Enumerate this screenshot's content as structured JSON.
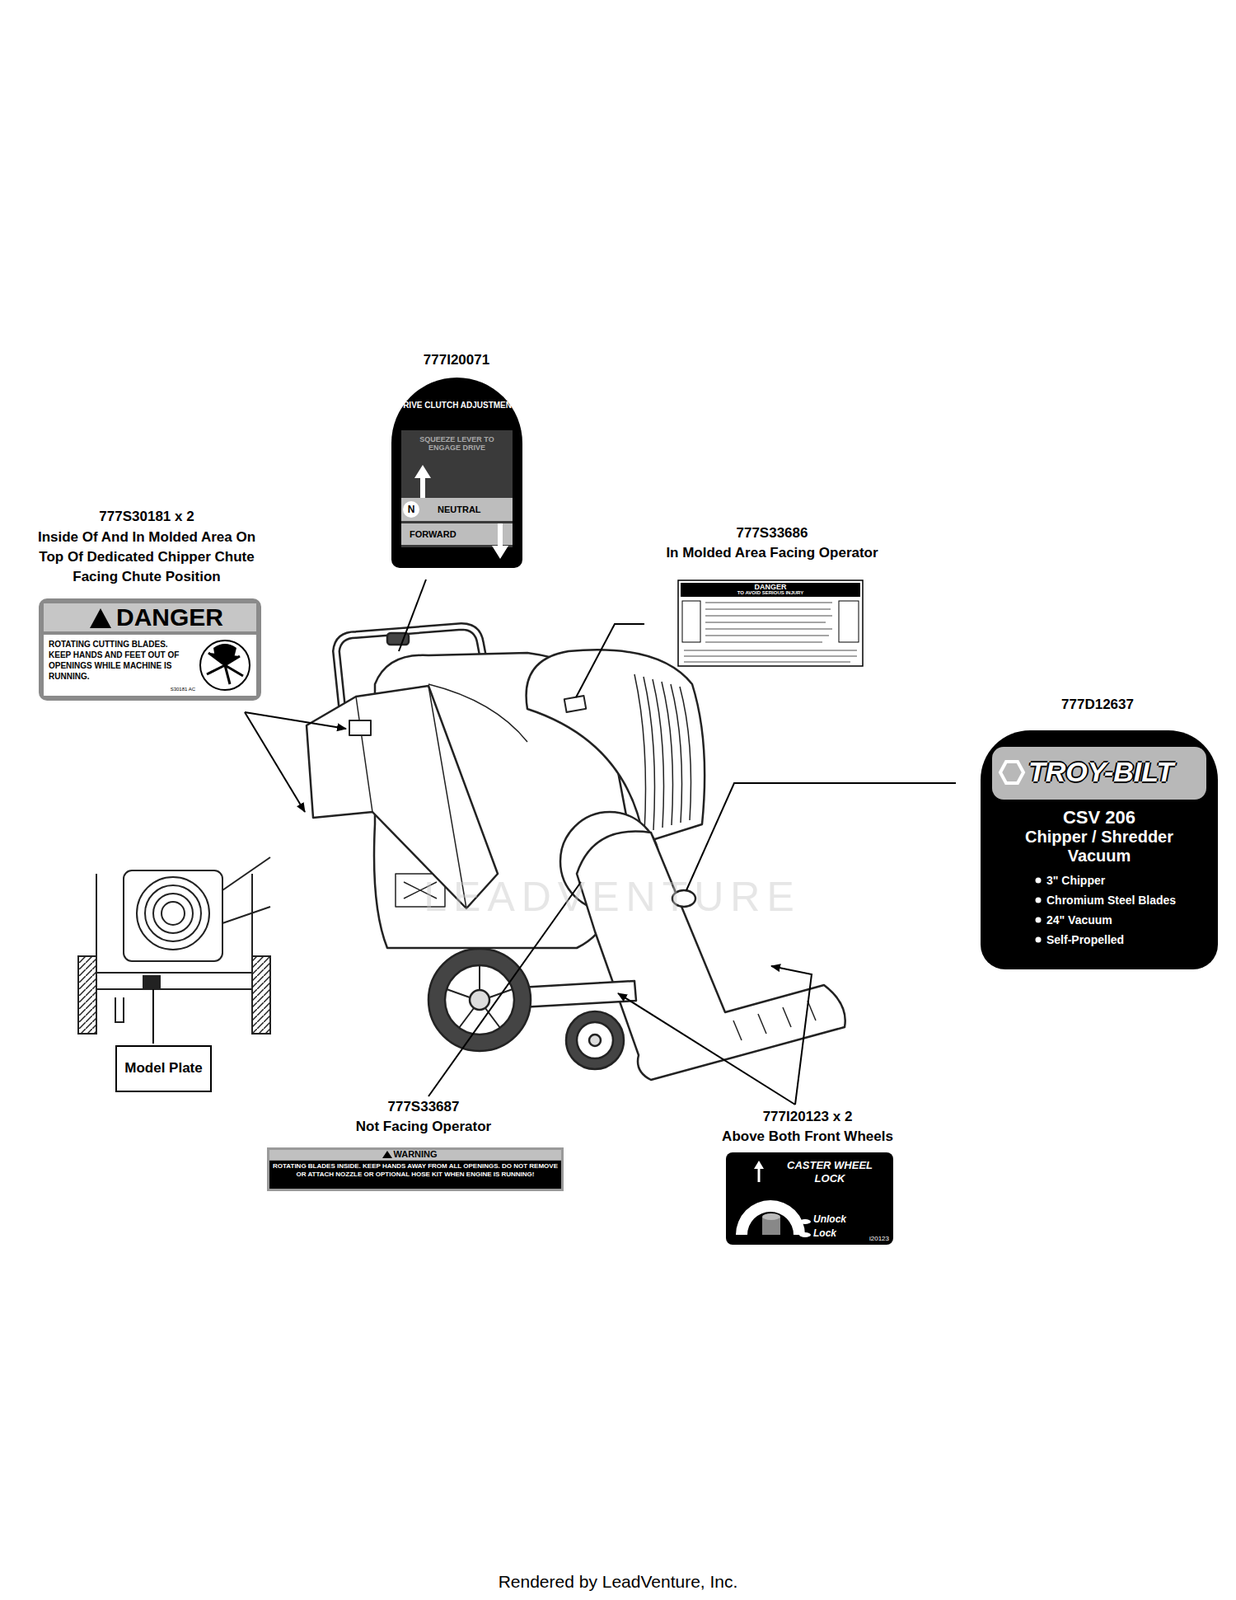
{
  "diagram": {
    "nodes": [
      {
        "text": [
          "DRIVE CLUTCH ADJUSTMENT",
          "SQUEEZE LEVER TO ENGAGE DRIVE",
          "N",
          "NEUTRAL",
          "FORWARD"
        ]
      },
      {
        "text": [
          "DANGER",
          "ROTATING CUTTING BLADES. KEEP HANDS AND FEET OUT OF OPENINGS WHILE MACHINE IS RUNNING.",
          "S30181 AC"
        ]
      },
      {
        "text": [
          "DANGER",
          "TO AVOID SERIOUS INJURY"
        ]
      },
      {
        "text": [
          "TROY-BILT",
          "CSV 206",
          "Chipper / Shredder Vacuum",
          "3\" Chipper",
          "Chromium Steel Blades",
          "24\" Vacuum",
          "Self-Propelled"
        ]
      },
      {
        "text": [
          "Model Plate"
        ]
      },
      {
        "text": [
          "WARNING",
          "ROTATING BLADES INSIDE.  KEEP HANDS AWAY FROM ALL OPENINGS.  DO NOT REMOVE OR ATTACH NOZZLE OR OPTIONAL HOSE KIT WHEN ENGINE IS RUNNING!"
        ]
      },
      {
        "text": [
          "CASTER WHEEL LOCK",
          "Unlock",
          "Lock",
          "i20123"
        ]
      }
    ],
    "labels": [
      "777I20071",
      "777S30181 x 2",
      "Inside Of And In Molded Area On Top Of Dedicated Chipper Chute Facing Chute Position",
      "777S33686",
      "In Molded Area Facing Operator",
      "777D12637",
      "777S33687",
      "Not Facing Operator",
      "777I20123 x 2",
      "Above Both Front Wheels",
      "LEADVENTURE",
      "Rendered by LeadVenture, Inc."
    ]
  }
}
